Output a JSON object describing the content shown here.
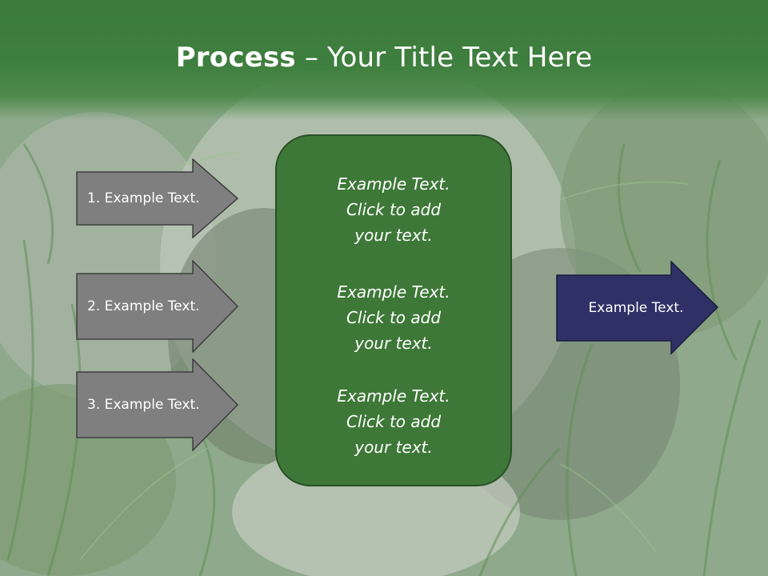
{
  "header": {
    "title_bold": "Process",
    "title_rest": " – Your Title Text Here"
  },
  "left_arrows": [
    {
      "label": "1. Example Text."
    },
    {
      "label": "2. Example Text."
    },
    {
      "label": "3. Example Text."
    }
  ],
  "center_panel": {
    "blocks": [
      {
        "line1": "Example Text.",
        "line2": "Click  to add",
        "line3": "your text."
      },
      {
        "line1": "Example Text.",
        "line2": "Click  to add",
        "line3": "your text."
      },
      {
        "line1": "Example Text.",
        "line2": "Click  to add",
        "line3": "your text."
      }
    ]
  },
  "right_arrow": {
    "label": "Example Text."
  },
  "colors": {
    "header_green": "#3f7f3f",
    "gray_arrow": "#7f7f7f",
    "panel_green": "#3e7838",
    "navy_arrow": "#2e3066"
  }
}
